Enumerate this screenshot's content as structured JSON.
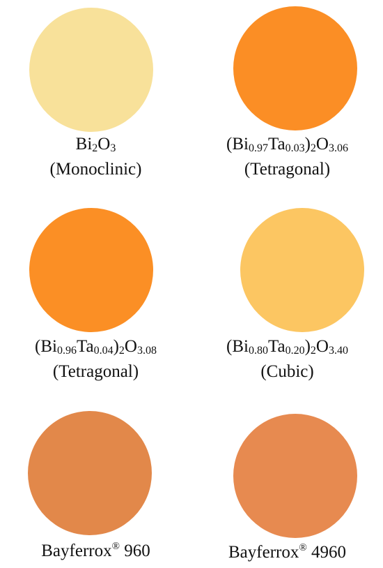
{
  "samples": [
    {
      "color": "#F8E19A",
      "formula": [
        {
          "t": "Bi"
        },
        {
          "s": "2"
        },
        {
          "t": "O"
        },
        {
          "s": "3"
        }
      ],
      "phase": "(Monoclinic)"
    },
    {
      "color": "#FB8E25",
      "formula": [
        {
          "t": "(Bi"
        },
        {
          "s": "0.97"
        },
        {
          "t": "Ta"
        },
        {
          "s": "0.03"
        },
        {
          "t": ")"
        },
        {
          "s": "2"
        },
        {
          "t": "O"
        },
        {
          "s": "3.06"
        }
      ],
      "phase": "(Tetragonal)"
    },
    {
      "color": "#FB8F25",
      "formula": [
        {
          "t": "(Bi"
        },
        {
          "s": "0.96"
        },
        {
          "t": "Ta"
        },
        {
          "s": "0.04"
        },
        {
          "t": ")"
        },
        {
          "s": "2"
        },
        {
          "t": "O"
        },
        {
          "s": "3.08"
        }
      ],
      "phase": "(Tetragonal)"
    },
    {
      "color": "#FCC662",
      "formula": [
        {
          "t": "(Bi"
        },
        {
          "s": "0.80"
        },
        {
          "t": "Ta"
        },
        {
          "s": "0.20"
        },
        {
          "t": ")"
        },
        {
          "s": "2"
        },
        {
          "t": "O"
        },
        {
          "s": "3.40"
        }
      ],
      "phase": "(Cubic)"
    },
    {
      "color": "#E2884A",
      "formula": [
        {
          "t": "Bayferrox"
        },
        {
          "r": "®"
        },
        {
          "t": " 960"
        }
      ],
      "phase": ""
    },
    {
      "color": "#E78A50",
      "formula": [
        {
          "t": "Bayferrox"
        },
        {
          "r": "®"
        },
        {
          "t": " 4960"
        }
      ],
      "phase": ""
    }
  ]
}
